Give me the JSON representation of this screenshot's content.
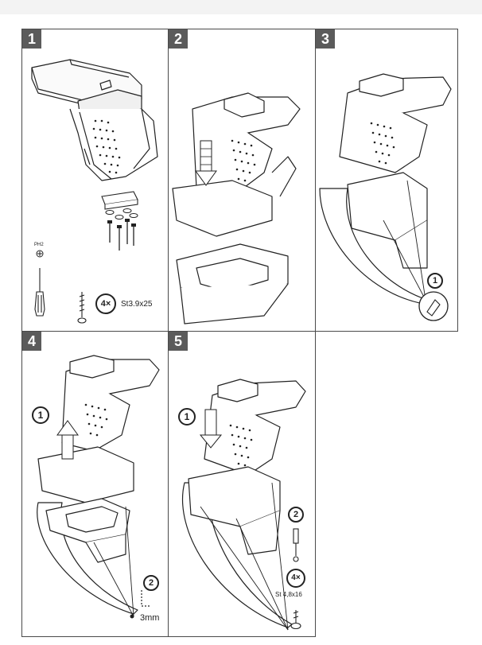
{
  "steps": [
    {
      "number": "1",
      "screwdriver_label": "PH2",
      "quantity_label": "4×",
      "screw_label": "St3.9x25"
    },
    {
      "number": "2"
    },
    {
      "number": "3",
      "callout": "1"
    },
    {
      "number": "4",
      "callout_1": "1",
      "callout_2": "2",
      "drill_label": "3mm"
    },
    {
      "number": "5",
      "callout_1": "1",
      "callout_2": "2",
      "quantity_label": "4×",
      "screw_label": "St 4,8x16"
    }
  ],
  "colors": {
    "line": "#222222",
    "badge": "#5b5b5b",
    "panel_border": "#4a4a4a"
  }
}
